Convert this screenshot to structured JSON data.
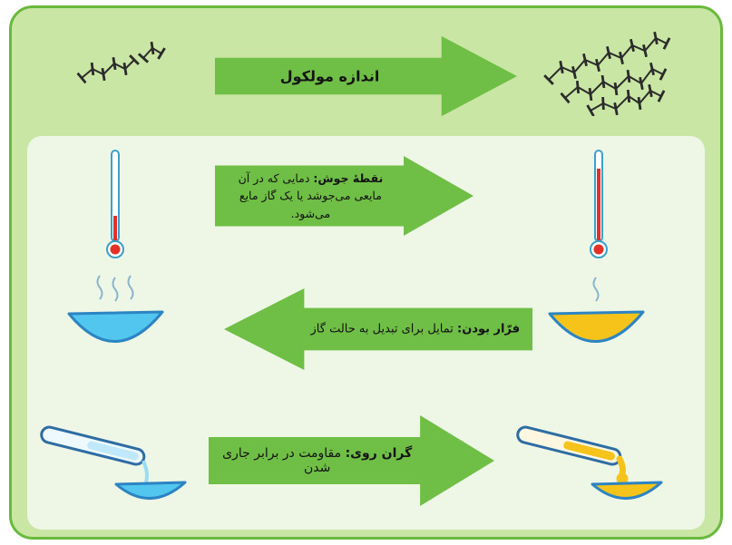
{
  "top_band": {
    "arrow_label": "اندازه مولکول"
  },
  "rows": {
    "boiling": {
      "term": "نقطهٔ جوش:",
      "definition": "دمایی که در آن مایعی می‌جوشد یا یک گاز مایع می‌شود."
    },
    "volatility": {
      "term": "فرّار بودن:",
      "definition": "تمایل برای تبدیل به حالت گاز"
    },
    "viscosity": {
      "term": "گران روی:",
      "definition": "مقاومت در برابر جاری شدن"
    }
  },
  "icons": {
    "small_molecule": "small-molecule-chain",
    "large_molecule": "large-molecule-coil",
    "thermometer_low": "thermometer-low",
    "thermometer_high": "thermometer-high",
    "volatile_liquid": "evaporating-dish-with-steam",
    "viscous_liquid": "test-tube-pouring-into-dish"
  },
  "colors": {
    "arrow_green": "#6fbe45",
    "frame_green": "#c9e6a4",
    "frame_border": "#69b93e",
    "panel_bg": "#eef6e6",
    "blue_liquid": "#53c6f0",
    "yellow_liquid": "#f6c31b",
    "thermometer_red": "#e23128",
    "outline_blue": "#2c85c2"
  }
}
